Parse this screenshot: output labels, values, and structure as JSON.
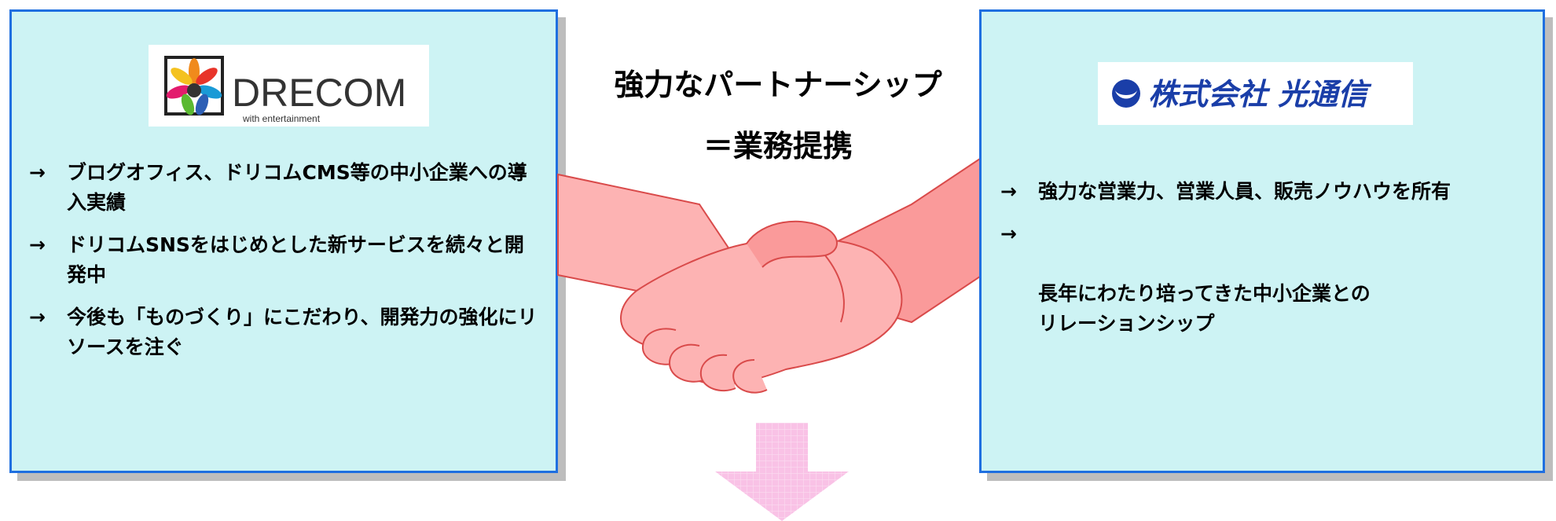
{
  "left": {
    "logo_text": "DRECOM",
    "logo_tagline": "with entertainment",
    "bullet_symbol": "→",
    "bullets": [
      "ブログオフィス、ドリコムCMS等の中小企業への導入実績",
      "ドリコムSNSをはじめとした新サービスを続々と開発中",
      "今後も「ものづくり」にこだわり、開発力の強化にリソースを注ぐ"
    ]
  },
  "center": {
    "title_line1": "強力なパートナーシップ",
    "title_line2": "＝業務提携"
  },
  "right": {
    "logo_text": "株式会社 光通信",
    "bullet_symbol": "→",
    "bullets": [
      "強力な営業力、営業人員、販売ノウハウを所有",
      "長年にわたり培ってきた中小企業との\nリレーションシップ"
    ]
  },
  "colors": {
    "panel_fill": "#cdf3f4",
    "panel_border": "#1f6fe0",
    "hand_fill": "#fdb3b3",
    "arrow_fill": "#f9c2e6"
  }
}
